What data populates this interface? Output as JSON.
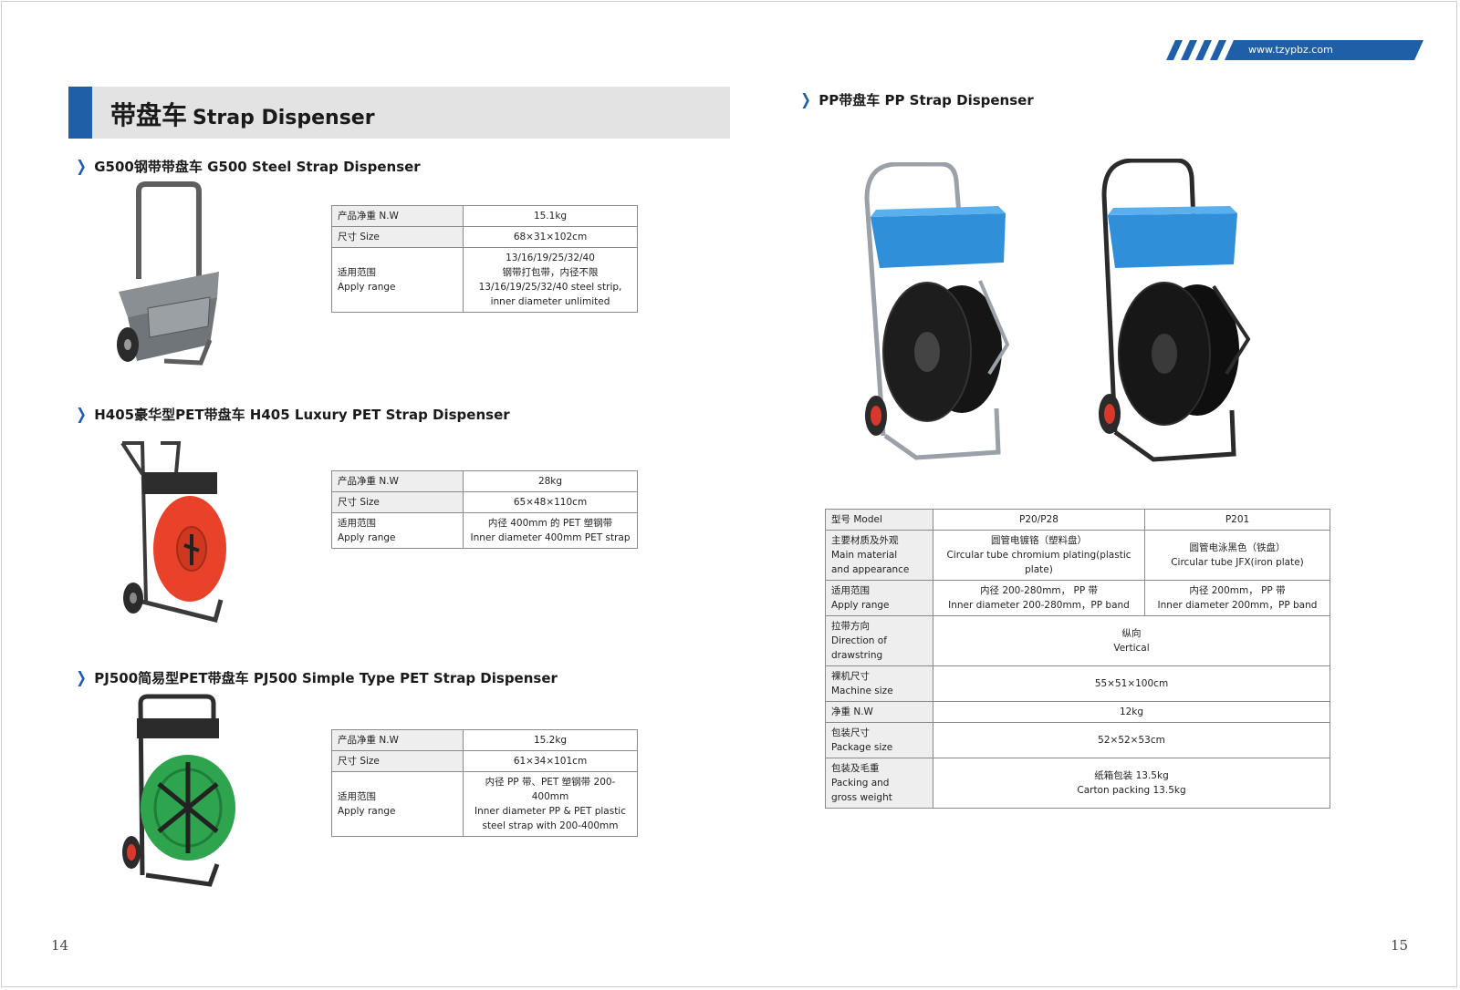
{
  "site_url": "www.tzypbz.com",
  "banner": {
    "title_cn": "带盘车",
    "title_en": "Strap Dispenser"
  },
  "sections": {
    "g500": {
      "title": "G500钢带带盘车 G500 Steel Strap Dispenser"
    },
    "h405": {
      "title": "H405豪华型PET带盘车 H405 Luxury PET Strap Dispenser"
    },
    "pj500": {
      "title": "PJ500简易型PET带盘车 PJ500 Simple Type PET Strap Dispenser"
    },
    "pp": {
      "title": "PP带盘车 PP Strap Dispenser"
    }
  },
  "g500_table": [
    {
      "label": "产品净重 N.W",
      "value": "15.1kg"
    },
    {
      "label": "尺寸 Size",
      "value": "68×31×102cm"
    },
    {
      "label": "适用范围\nApply range",
      "value": "13/16/19/25/32/40\n钢带打包带，内径不限\n13/16/19/25/32/40 steel strip,\ninner diameter unlimited"
    }
  ],
  "h405_table": [
    {
      "label": "产品净重 N.W",
      "value": "28kg"
    },
    {
      "label": "尺寸 Size",
      "value": "65×48×110cm"
    },
    {
      "label": "适用范围\nApply range",
      "value": "内径 400mm 的 PET 塑钢带\nInner diameter 400mm PET strap"
    }
  ],
  "pj500_table": [
    {
      "label": "产品净重 N.W",
      "value": "15.2kg"
    },
    {
      "label": "尺寸 Size",
      "value": "61×34×101cm"
    },
    {
      "label": "适用范围\nApply range",
      "value": "内径 PP 带、PET 塑钢带 200-400mm\nInner diameter PP & PET plastic\nsteel strap with 200-400mm"
    }
  ],
  "pp_table": {
    "model_label": "型号 Model",
    "models": [
      "P20/P28",
      "P201"
    ],
    "material_label": "主要材质及外观\nMain material\nand appearance",
    "material_values": [
      "圆管电镀铬（塑料盘）\nCircular tube chromium plating(plastic plate)",
      "圆管电泳黑色（铁盘）\nCircular tube JFX(iron plate)"
    ],
    "range_label": "适用范围\nApply range",
    "range_values": [
      "内径 200-280mm， PP 带\nInner diameter 200-280mm，PP band",
      "内径 200mm， PP 带\nInner diameter 200mm，PP band"
    ],
    "direction_label": "拉带方向\nDirection of\ndrawstring",
    "direction_value": "纵向\nVertical",
    "machine_label": "裸机尺寸\nMachine size",
    "machine_value": "55×51×100cm",
    "nw_label": "净重 N.W",
    "nw_value": "12kg",
    "package_label": "包装尺寸\nPackage size",
    "package_value": "52×52×53cm",
    "packing_label": "包装及毛重\nPacking and\ngross weight",
    "packing_value": "纸箱包装 13.5kg\nCarton packing 13.5kg"
  },
  "page_left": "14",
  "page_right": "15",
  "colors": {
    "accent": "#1f5fa8",
    "banner_bg": "#e3e3e3",
    "reel_red": "#e8432a",
    "reel_green": "#2ea44f",
    "basket_blue": "#2f8fd8"
  }
}
